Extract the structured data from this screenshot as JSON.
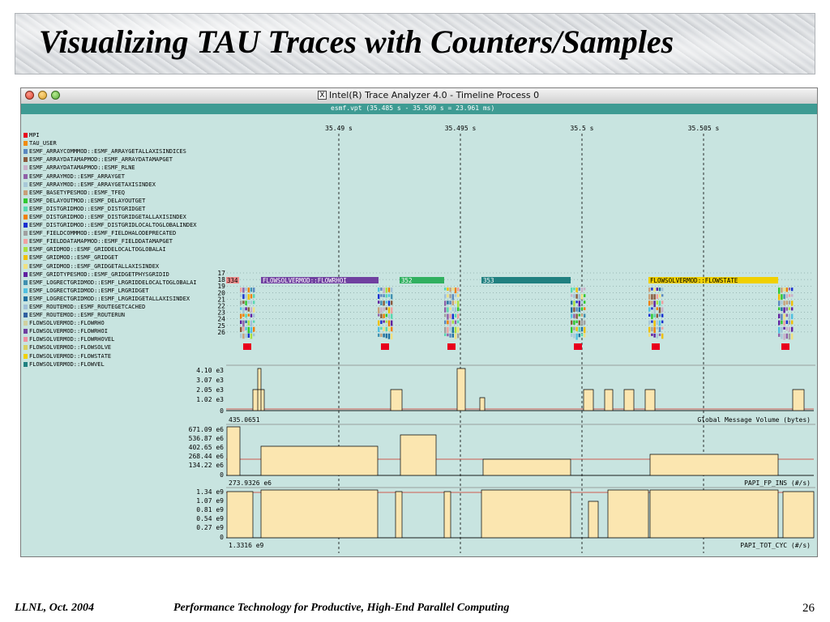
{
  "slide": {
    "title": "Visualizing TAU Traces with Counters/Samples",
    "footer_left": "LLNL, Oct. 2004",
    "footer_center": "Performance Technology for Productive, High-End Parallel Computing",
    "page_number": "26"
  },
  "window": {
    "title": "Intel(R) Trace Analyzer 4.0 - Timeline Process 0",
    "info": "esmf.vpt (35.485 s - 35.509 s = 23.961 ms)"
  },
  "timeline": {
    "time_ticks": [
      "35.49 s",
      "35.495 s",
      "35.5 s",
      "35.505 s"
    ],
    "process_rows": [
      "17",
      "18",
      "19",
      "20",
      "21",
      "22",
      "23",
      "24",
      "25",
      "26"
    ],
    "bar_labels": {
      "row18_start": "334",
      "flowrhoi": "FLOWSOLVERMOD::FLOWRHOI",
      "b352": "352",
      "b353": "353",
      "flowstate": "FLOWSOLVERMOD::FLOWSTATE"
    }
  },
  "legend": [
    {
      "label": "MPI",
      "color": "#e8001c"
    },
    {
      "label": "TAU_USER",
      "color": "#f08c10"
    },
    {
      "label": "ESMF_ARRAYCOMMMOD::ESMF_ARRAYGETALLAXISINDICES",
      "color": "#5a88c0"
    },
    {
      "label": "ESMF_ARRAYDATAMAPMOD::ESMF_ARRAYDATAMAPGET",
      "color": "#8a5a3c"
    },
    {
      "label": "ESMF_ARRAYDATAMAPMOD::ESMF_RLNE",
      "color": "#c8b0c8"
    },
    {
      "label": "ESMF_ARRAYMOD::ESMF_ARRAYGET",
      "color": "#9060a8"
    },
    {
      "label": "ESMF_ARRAYMOD::ESMF_ARRAYGETAXISINDEX",
      "color": "#a8c8d8"
    },
    {
      "label": "ESMF_BASETYPESMOD::ESMF_TFEQ",
      "color": "#c8a078"
    },
    {
      "label": "ESMF_DELAYOUTMOD::ESMF_DELAYOUTGET",
      "color": "#30c830"
    },
    {
      "label": "ESMF_DISTGRIDMOD::ESMF_DISTGRIDGET",
      "color": "#58d8b0"
    },
    {
      "label": "ESMF_DISTGRIDMOD::ESMF_DISTGRIDGETALLAXISINDEX",
      "color": "#f08000"
    },
    {
      "label": "ESMF_DISTGRIDMOD::ESMF_DISTGRIDLOCALTOGLOBALINDEX",
      "color": "#1830d0"
    },
    {
      "label": "ESMF_FIELDCOMMMOD::ESMF_FIELDHALODEPRECATED",
      "color": "#a0a0a0"
    },
    {
      "label": "ESMF_FIELDDATAMAPMOD::ESMF_FIELDDATAMAPGET",
      "color": "#f0a0a0"
    },
    {
      "label": "ESMF_GRIDMOD::ESMF_GRIDDELOCALTOGLOBALAI",
      "color": "#a8e040"
    },
    {
      "label": "ESMF_GRIDMOD::ESMF_GRIDGET",
      "color": "#f0c000"
    },
    {
      "label": "ESMF_GRIDMOD::ESMF_GRIDGETALLAXISINDEX",
      "color": "#f0e080"
    },
    {
      "label": "ESMF_GRIDTYPESMOD::ESMF_GRIDGETPHYSGRIDID",
      "color": "#6020a0"
    },
    {
      "label": "ESMF_LOGRECTGRIDMOD::ESMF_LRGRIDDELOCALTOGLOBALAI",
      "color": "#4090b0"
    },
    {
      "label": "ESMF_LOGRECTGRIDMOD::ESMF_LRGRIDGET",
      "color": "#50c0e0"
    },
    {
      "label": "ESMF_LOGRECTGRIDMOD::ESMF_LRGRIDGETALLAXISINDEX",
      "color": "#2070a0"
    },
    {
      "label": "ESMF_ROUTEMOD::ESMF_ROUTEGETCACHED",
      "color": "#a0c0d8"
    },
    {
      "label": "ESMF_ROUTEMOD::ESMF_ROUTERUN",
      "color": "#3060a0"
    },
    {
      "label": "FLOWSOLVERMOD::FLOWRHO",
      "color": "#d0d0a0"
    },
    {
      "label": "FLOWSOLVERMOD::FLOWRHOI",
      "color": "#7040a0"
    },
    {
      "label": "FLOWSOLVERMOD::FLOWRHOVEL",
      "color": "#f090a0"
    },
    {
      "label": "FLOWSOLVERMOD::FLOWSOLVE",
      "color": "#d8d060"
    },
    {
      "label": "FLOWSOLVERMOD::FLOWSTATE",
      "color": "#f0d000"
    },
    {
      "label": "FLOWSOLVERMOD::FLOWVEL",
      "color": "#208080"
    }
  ],
  "counters": [
    {
      "name": "Global Message Volume (bytes)",
      "y_ticks": [
        "4.10 e3",
        "3.07 e3",
        "2.05 e3",
        "1.02 e3",
        "0"
      ],
      "value_readout": "435.0651"
    },
    {
      "name": "PAPI_FP_INS (#/s)",
      "y_ticks": [
        "671.09 e6",
        "536.87 e6",
        "402.65 e6",
        "268.44 e6",
        "134.22 e6",
        "0"
      ],
      "value_readout": "273.9326 e6"
    },
    {
      "name": "PAPI_TOT_CYC (#/s)",
      "y_ticks": [
        "1.34 e9",
        "1.07 e9",
        "0.81 e9",
        "0.54 e9",
        "0.27 e9",
        "0"
      ],
      "value_readout": "1.3316 e9"
    }
  ]
}
